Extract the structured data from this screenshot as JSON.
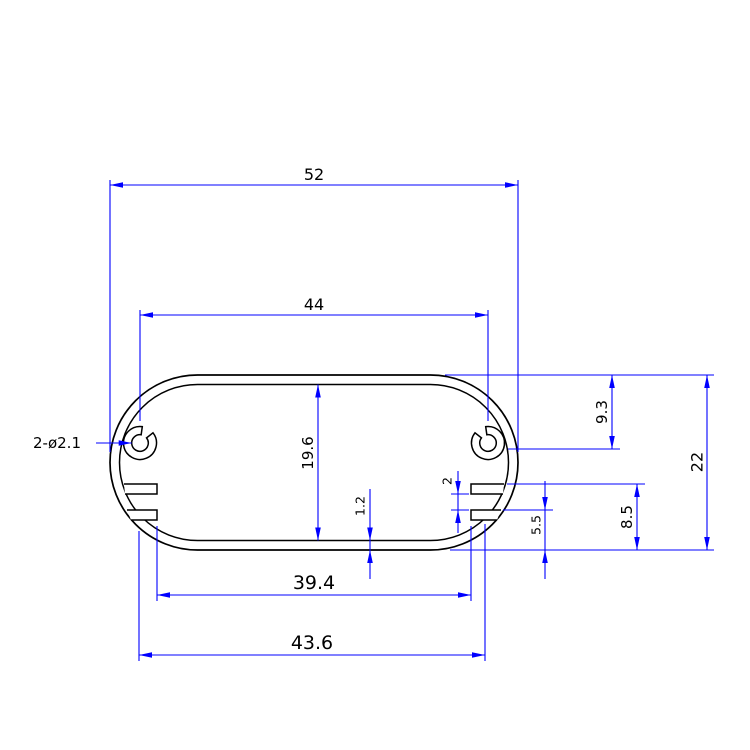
{
  "drawing": {
    "colors": {
      "outline": "#000000",
      "dimension_lines": "#0000ff",
      "dimension_text": "#000000",
      "background": "#ffffff"
    },
    "dimensions": {
      "overall_width": "52",
      "boss_center_span": "44",
      "inner_height": "19.6",
      "bottom_wall_thickness": "1.2",
      "screw_hole_callout": "2-ø2.1",
      "slot_gap": "2",
      "slot_bottom_offset": "5.5",
      "boss_center_from_top": "9.3",
      "overall_height": "22",
      "slot_top_from_bottom": "8.5",
      "slot_tip_span": "39.4",
      "slot_root_span": "43.6"
    }
  }
}
